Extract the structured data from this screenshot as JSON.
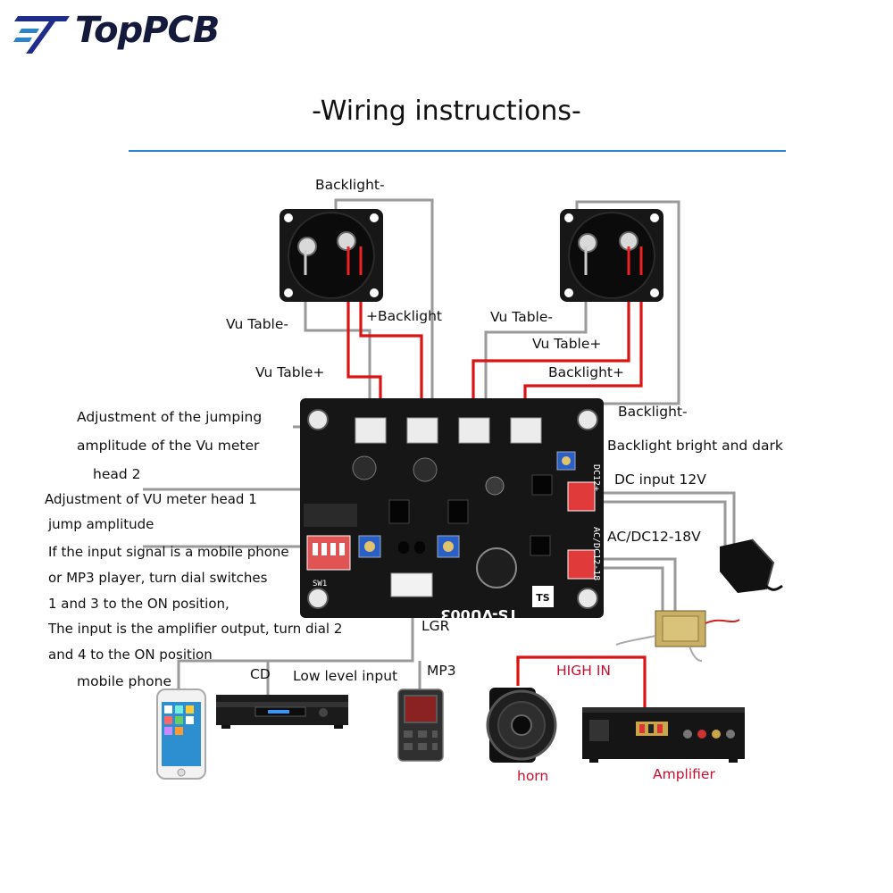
{
  "brand": {
    "name": "TopPCB"
  },
  "title": "-Wiring instructions-",
  "board": {
    "model": "TS-VU003",
    "silk_dc": "DC12+",
    "silk_ac": "AC/DC12-18",
    "silk_sw": "SW1"
  },
  "labels": {
    "backlight_neg_top": "Backlight-",
    "vu_table_neg_left": "Vu Table-",
    "backlight_pos_left": "+Backlight",
    "vu_table_pos_left": "Vu Table+",
    "vu_table_neg_right": "Vu Table-",
    "vu_table_pos_right": "Vu Table+",
    "backlight_pos_right": "Backlight+",
    "backlight_neg_right": "Backlight-",
    "backlight_bright_dark": "Backlight bright and dark",
    "dc_input": "DC input 12V",
    "ac_dc_input": "AC/DC12-18V",
    "adj_head2_line1": "Adjustment of the jumping",
    "adj_head2_line2": "amplitude of the Vu meter",
    "adj_head2_line3": "head 2",
    "adj_head1_line1": "Adjustment of VU meter head 1",
    "adj_head1_line2": "jump amplitude",
    "switch_line1": "If the input signal is a mobile phone",
    "switch_line2": "or MP3 player, turn dial switches",
    "switch_line3": "1 and 3 to the ON position,",
    "switch_line4": "The input is the amplifier output, turn dial 2",
    "switch_line5": "and 4 to the ON position",
    "lgr": "LGR",
    "cd": "CD",
    "low_level_input": "Low level input",
    "mp3": "MP3",
    "mobile_phone": "mobile phone",
    "high_in": "HIGH IN",
    "horn": "horn",
    "amplifier": "Amplifier"
  },
  "colors": {
    "wire_grey": "#9a9a9a",
    "wire_red": "#d81414",
    "rule_blue": "#2b85c7",
    "brand_navy": "#141a3c",
    "board_black": "#161616",
    "red_label": "#c8102e"
  },
  "icons": [
    "vu-meter-left-icon",
    "vu-meter-right-icon",
    "power-adapter-icon",
    "transformer-icon",
    "smartphone-icon",
    "cd-player-icon",
    "mp3-player-icon",
    "speaker-horn-icon",
    "amplifier-icon",
    "toppcb-logo-icon"
  ]
}
